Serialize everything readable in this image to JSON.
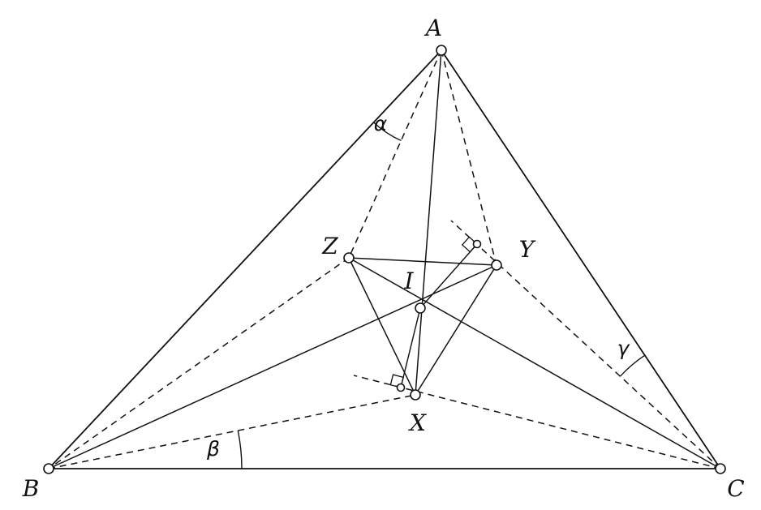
{
  "figure": {
    "type": "geometry-diagram",
    "description": "Triangle ABC with interior point I (incenter) and inner triangle XYZ; dashed cevians with marked angles alpha, beta, gamma and right-angle marks at perpendicular feet",
    "background_color": "#ffffff",
    "line_color": "#111111",
    "labels": {
      "A": "A",
      "B": "B",
      "C": "C",
      "X": "X",
      "Y": "Y",
      "Z": "Z",
      "I": "I",
      "alpha": "α",
      "beta": "β",
      "gamma": "γ"
    }
  }
}
